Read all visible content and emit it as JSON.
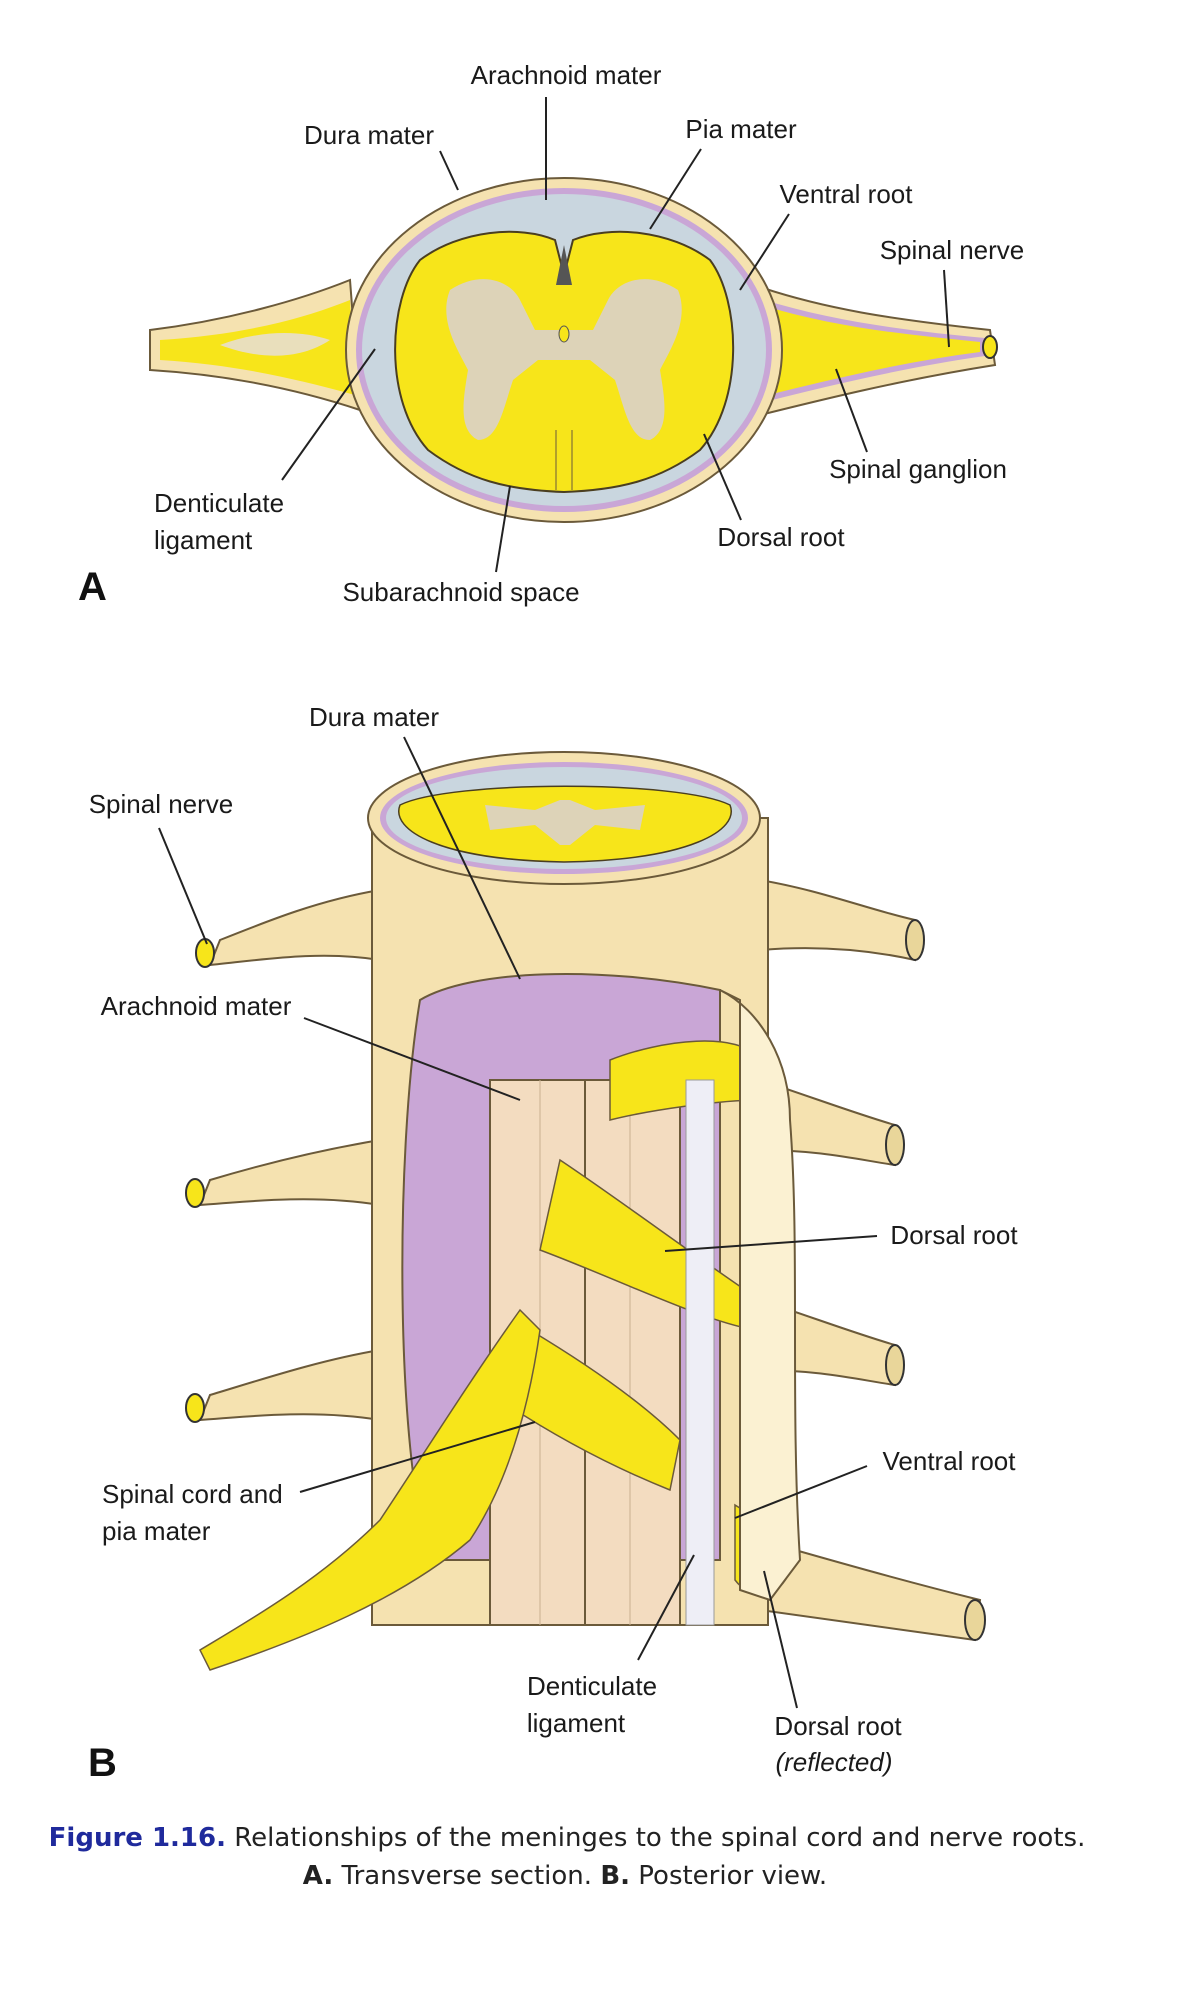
{
  "panel_a": {
    "letter": "A",
    "labels": {
      "arachnoid_mater": "Arachnoid mater",
      "dura_mater": "Dura mater",
      "pia_mater": "Pia mater",
      "ventral_root": "Ventral root",
      "spinal_nerve": "Spinal nerve",
      "spinal_ganglion": "Spinal ganglion",
      "dorsal_root": "Dorsal root",
      "subarachnoid_space": "Subarachnoid space",
      "denticulate_line1": "Denticulate",
      "denticulate_line2": "ligament"
    }
  },
  "panel_b": {
    "letter": "B",
    "labels": {
      "dura_mater": "Dura mater",
      "spinal_nerve": "Spinal nerve",
      "arachnoid_mater": "Arachnoid mater",
      "dorsal_root": "Dorsal root",
      "ventral_root": "Ventral root",
      "spinal_cord_line1": "Spinal cord and",
      "spinal_cord_line2": "pia mater",
      "denticulate_line1": "Denticulate",
      "denticulate_line2": "ligament",
      "dorsal_reflected_line1": "Dorsal root",
      "dorsal_reflected_line2": "(reflected)"
    }
  },
  "caption": {
    "figure_number": "Figure 1.16.",
    "line1": " Relationships of the meninges to the spinal cord and nerve roots.",
    "a_label": "A.",
    "a_text": " Transverse section. ",
    "b_label": "B.",
    "b_text": " Posterior view."
  },
  "colors": {
    "white_matter": "#f7e51a",
    "gray_matter": "#ddd3b8",
    "dura": "#f5e2b0",
    "arachnoid": "#c9a6d6",
    "subarachnoid": "#c9d6df",
    "figure_number": "#1f2a9c"
  }
}
